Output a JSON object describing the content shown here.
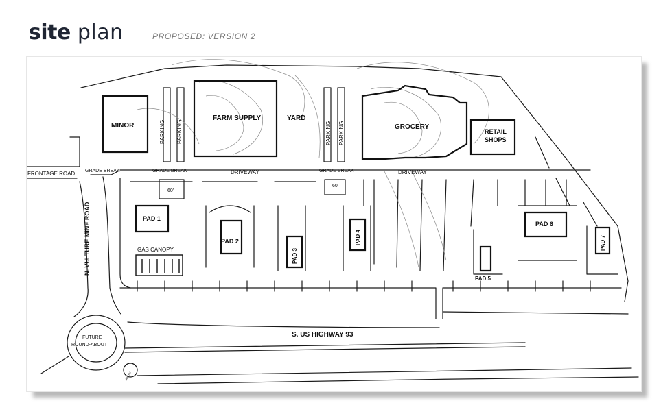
{
  "header": {
    "title_bold": "site",
    "title_light": "plan",
    "subtitle": "PROPOSED: VERSION 2"
  },
  "labels": {
    "minor": "MINOR",
    "parking": "PARKING",
    "farm_supply": "FARM SUPPLY",
    "yard": "YARD",
    "grocery": "GROCERY",
    "retail_line1": "RETAIL",
    "retail_line2": "SHOPS",
    "frontage_road": "FRONTAGE ROAD",
    "grade_break": "GRADE BREAK",
    "driveway": "DRIVEWAY",
    "dim_60": "60'",
    "pad1": "PAD 1",
    "pad2": "PAD 2",
    "pad3": "PAD 3",
    "pad4": "PAD 4",
    "pad5": "PAD 5",
    "pad6": "PAD 6",
    "pad7": "PAD 7",
    "gas_canopy": "GAS CANOPY",
    "vulture_road": "N. VULTURE MINE ROAD",
    "highway": "S. US HIGHWAY 93",
    "roundabout_line1": "FUTURE",
    "roundabout_line2": "ROUND-ABOUT",
    "north": "NORTH"
  },
  "colors": {
    "ink": "#1a1a1a",
    "title": "#1f2533",
    "subtitle": "#777777",
    "contour": "#8a8a8a"
  }
}
